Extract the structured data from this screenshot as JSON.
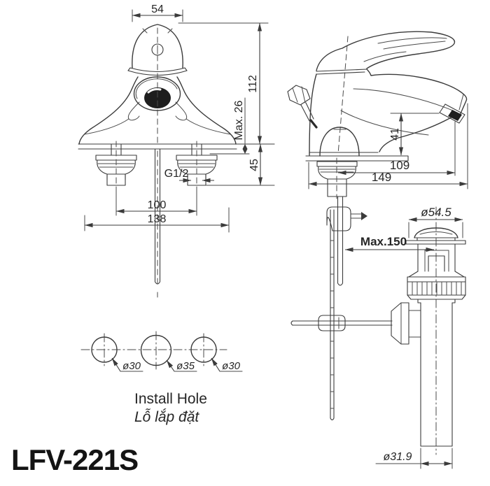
{
  "product_code": "LFV-221S",
  "style": {
    "ink_color": "#3b3b3b",
    "paper_color": "#ffffff"
  },
  "front_view": {
    "handle_width": "54",
    "body_height": "112",
    "max_deck_thickness": "Max. 26",
    "shank_length": "45",
    "thread_size": "G1/2",
    "inlet_spacing": "100",
    "base_width": "138"
  },
  "side_view": {
    "spout_height": "41",
    "spout_reach": "109",
    "overall_depth": "149"
  },
  "drain_assembly": {
    "flange_diameter": "ø54.5",
    "rod_max_length": "Max.150",
    "tailpipe_diameter": "ø31.9"
  },
  "install_holes": {
    "labels": [
      "ø30",
      "ø35",
      "ø30"
    ],
    "caption_en": "Install Hole",
    "caption_vi": "Lỗ lắp đặt"
  }
}
